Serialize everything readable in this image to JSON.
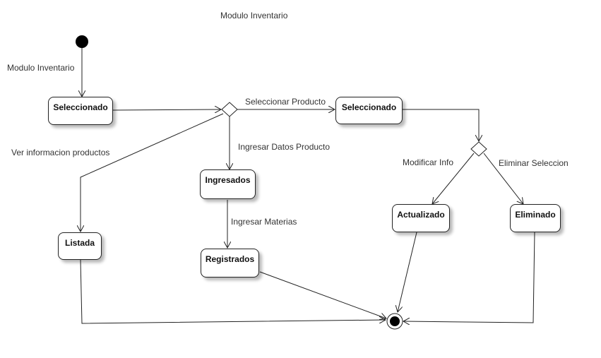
{
  "diagram": {
    "title": "Modulo Inventario",
    "states": {
      "seleccionado_1": "Seleccionado",
      "seleccionado_2": "Seleccionado",
      "ingresados": "Ingresados",
      "registrados": "Registrados",
      "listada": "Listada",
      "actualizado": "Actualizado",
      "eliminado": "Eliminado"
    },
    "transitions": {
      "initial_to_seleccionado": "Modulo Inventario",
      "seleccionar_producto": "Seleccionar Producto",
      "ingresar_datos_producto": "Ingresar Datos Producto",
      "ver_informacion_productos": "Ver informacion productos",
      "ingresar_materias": "Ingresar Materias",
      "modificar_info": "Modificar Info",
      "eliminar_seleccion": "Eliminar Seleccion"
    }
  }
}
